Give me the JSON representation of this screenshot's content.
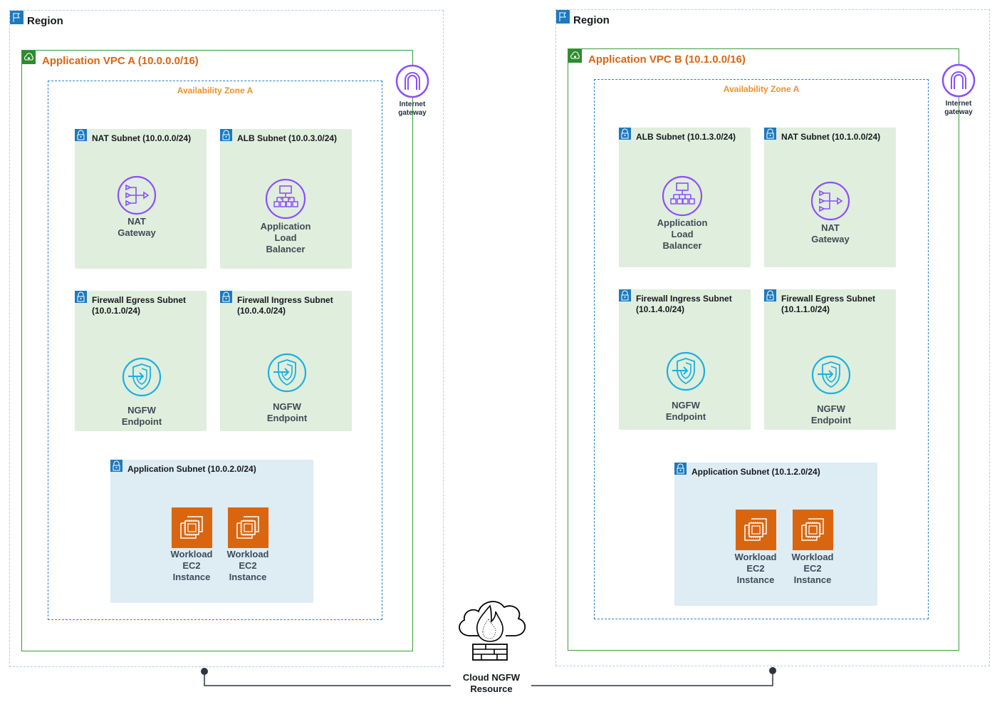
{
  "regions": [
    {
      "title": "Region",
      "vpc": {
        "title": "Application VPC A (10.0.0.0/16)",
        "az_title": "Availability Zone A",
        "igw_label": [
          "Internet",
          "gateway"
        ],
        "subnets": [
          {
            "title": "NAT Subnet (10.0.0.0/24)",
            "service": [
              "NAT",
              "Gateway"
            ]
          },
          {
            "title": "ALB Subnet (10.0.3.0/24)",
            "service": [
              "Application",
              "Load",
              "Balancer"
            ]
          },
          {
            "title_lines": [
              "Firewall Egress Subnet",
              "(10.0.1.0/24)"
            ],
            "service": [
              "NGFW",
              "Endpoint"
            ]
          },
          {
            "title_lines": [
              "Firewall Ingress Subnet",
              "(10.0.4.0/24)"
            ],
            "service": [
              "NGFW",
              "Endpoint"
            ]
          }
        ],
        "app_subnet": {
          "title": "Application Subnet  (10.0.2.0/24)",
          "instances": [
            {
              "label": [
                "Workload",
                "EC2",
                "Instance"
              ]
            },
            {
              "label": [
                "Workload",
                "EC2",
                "Instance"
              ]
            }
          ]
        }
      }
    },
    {
      "title": "Region",
      "vpc": {
        "title": "Application VPC B (10.1.0.0/16)",
        "az_title": "Availability Zone A",
        "igw_label": [
          "Internet",
          "gateway"
        ],
        "subnets": [
          {
            "title": "ALB Subnet (10.1.3.0/24)",
            "service": [
              "Application",
              "Load",
              "Balancer"
            ]
          },
          {
            "title": "NAT Subnet (10.1.0.0/24)",
            "service": [
              "NAT",
              "Gateway"
            ]
          },
          {
            "title_lines": [
              "Firewall Ingress Subnet",
              "(10.1.4.0/24)"
            ],
            "service": [
              "NGFW",
              "Endpoint"
            ]
          },
          {
            "title_lines": [
              "Firewall Egress Subnet",
              "(10.1.1.0/24)"
            ],
            "service": [
              "NGFW",
              "Endpoint"
            ]
          }
        ],
        "app_subnet": {
          "title": "Application Subnet  (10.1.2.0/24)",
          "instances": [
            {
              "label": [
                "Workload",
                "EC2",
                "Instance"
              ]
            },
            {
              "label": [
                "Workload",
                "EC2",
                "Instance"
              ]
            }
          ]
        }
      }
    }
  ],
  "cloud_ngfw": {
    "label": [
      "Cloud NGFW",
      "Resource"
    ]
  },
  "colors": {
    "vpc_border": "#3a9b3a",
    "vpc_title": "#d86613",
    "az_border": "#2a80c4",
    "az_title": "#f0902a",
    "subnet_public": "#e0eedd",
    "subnet_app": "#deecf4",
    "networking_icon": "#8c4fff",
    "endpoint_icon": "#1ab0e0",
    "ec2": "#d9660f"
  }
}
